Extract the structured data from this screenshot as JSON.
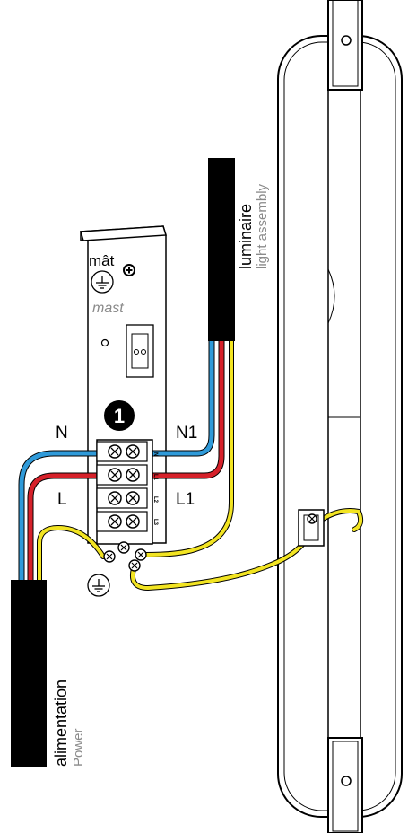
{
  "labels": {
    "mat": "mât",
    "mast": "mast",
    "luminaire": "luminaire",
    "light_assembly": "light assembly",
    "alimentation": "alimentation",
    "power": "Power",
    "n": "N",
    "n1": "N1",
    "l": "L",
    "l1": "L1",
    "step": "1",
    "terminals": [
      "N",
      "L1",
      "L2",
      "L3"
    ]
  },
  "colors": {
    "neutral": "#2f9ad9",
    "live": "#d6212a",
    "earth": "#f2e422",
    "cable": "#000000"
  },
  "icons": [
    "ground-icon",
    "ground-plus-icon",
    "terminal-screw-icon",
    "cable-clamp-icon"
  ]
}
